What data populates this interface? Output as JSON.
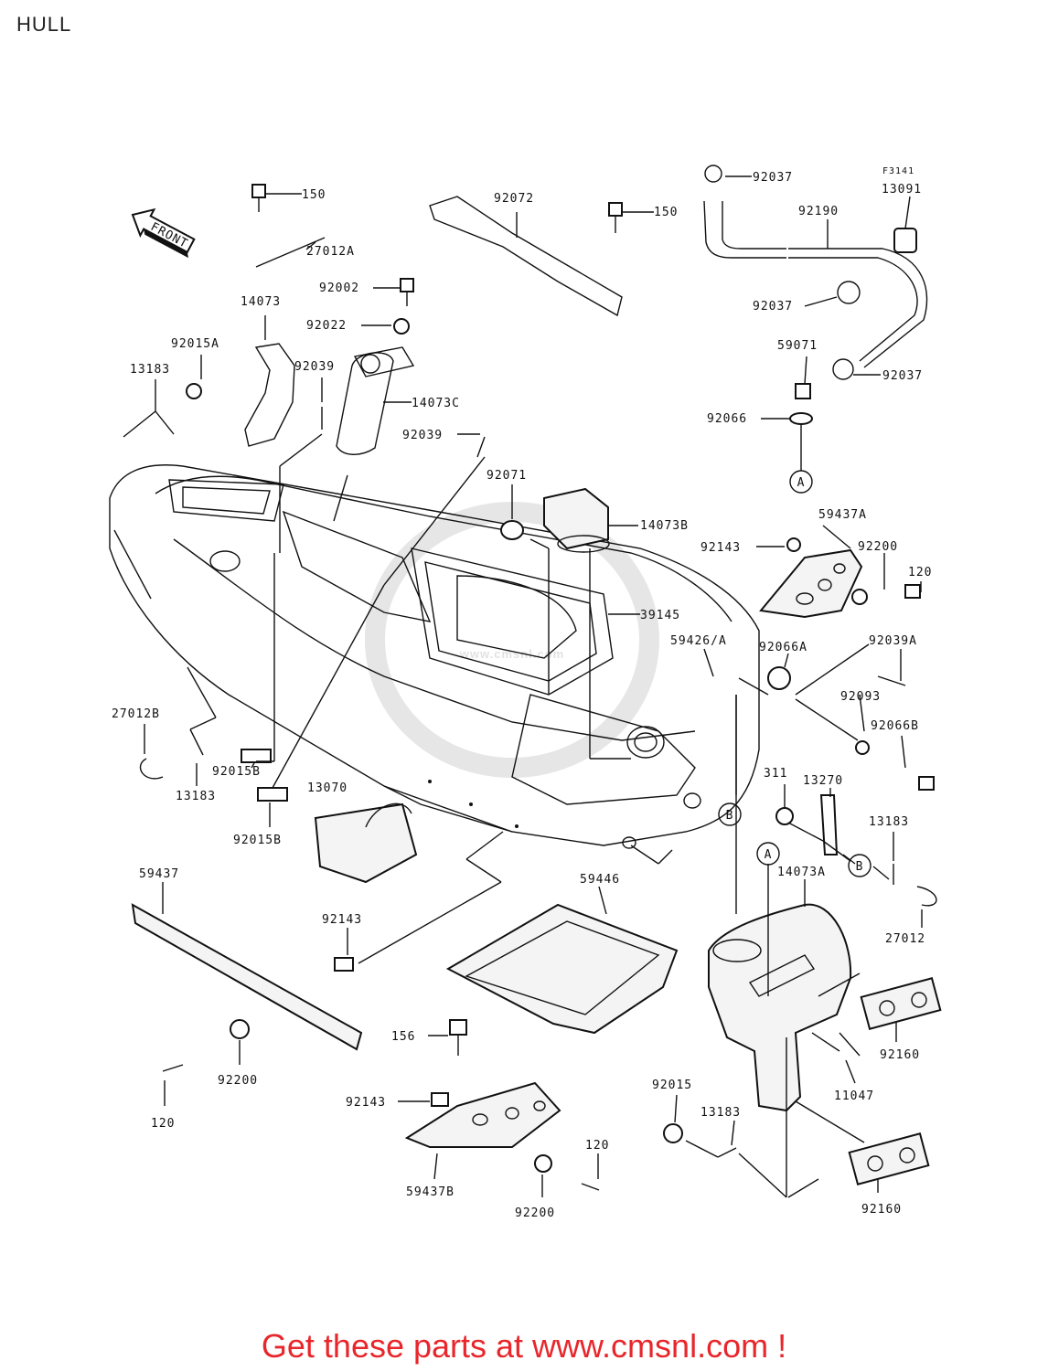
{
  "title": "HULL",
  "figure_code": "F3141",
  "front_label": "FRONT",
  "watermark": "www.cmsnl.com",
  "footer": "Get these parts at www.cmsnl.com !",
  "callouts": {
    "A": "A",
    "B": "B"
  },
  "parts": [
    "150",
    "27012A",
    "92002",
    "92022",
    "14073",
    "92039",
    "14073C",
    "92015A",
    "13183",
    "92039",
    "92072",
    "150",
    "92037",
    "92190",
    "13091",
    "92037",
    "59071",
    "92037",
    "92066",
    "92071",
    "14073B",
    "59437A",
    "92143",
    "92200",
    "120",
    "39145",
    "59426/A",
    "92066A",
    "92039A",
    "92093",
    "92066B",
    "27012B",
    "13183",
    "92015B",
    "92015B",
    "13070",
    "311",
    "13270",
    "13183",
    "27012",
    "59437",
    "92143",
    "59446",
    "14073A",
    "156",
    "92160",
    "11047",
    "92200",
    "120",
    "92143",
    "59437B",
    "120",
    "92200",
    "92015",
    "13183",
    "92160"
  ]
}
